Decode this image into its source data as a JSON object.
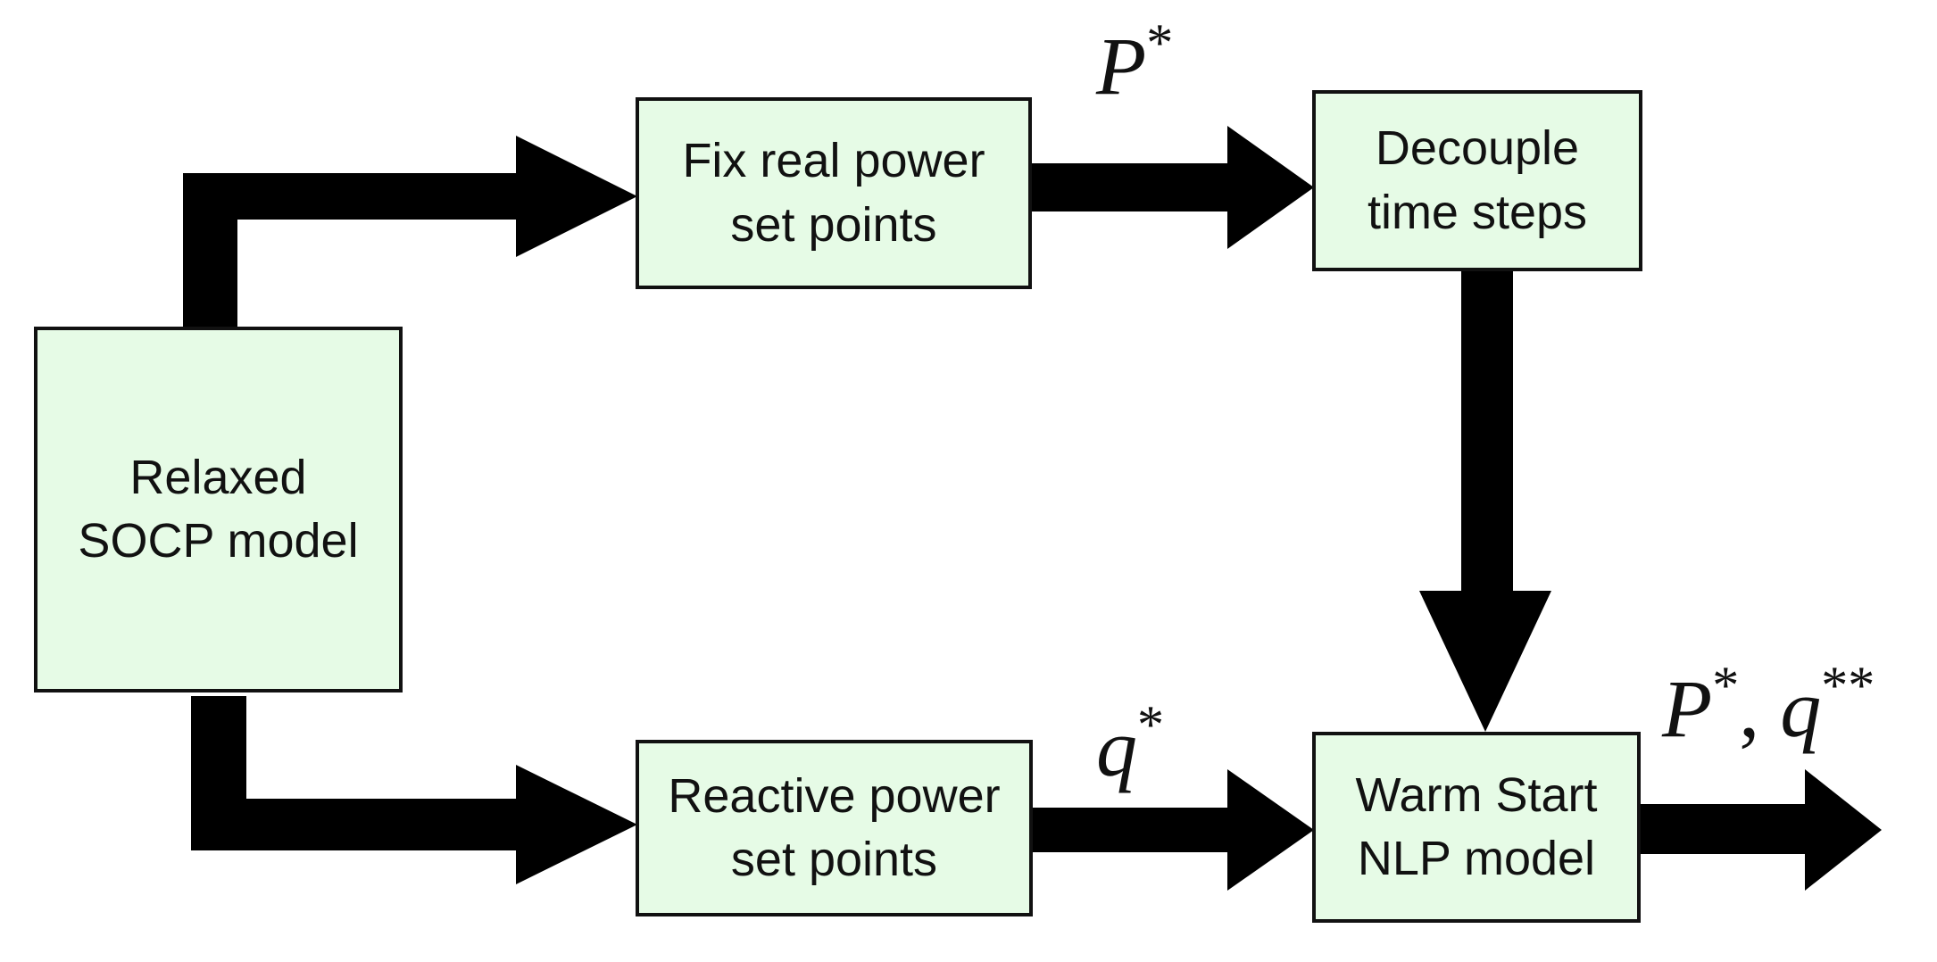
{
  "diagram": {
    "colors": {
      "box_fill": "#e6fbe6",
      "stroke": "#111111"
    },
    "boxes": {
      "relaxed_socp": {
        "label": "Relaxed\nSOCP model"
      },
      "fix_real_power": {
        "label": "Fix real power\nset points"
      },
      "decouple_time": {
        "label": "Decouple\ntime steps"
      },
      "reactive_power": {
        "label": "Reactive power\nset points"
      },
      "warm_start_nlp": {
        "label": "Warm Start\nNLP model"
      }
    },
    "edge_labels": {
      "p_star": {
        "symbol": "P",
        "superscript": "*"
      },
      "q_star": {
        "symbol": "q",
        "superscript": "*"
      },
      "output": {
        "symbol_1": "P",
        "superscript_1": "*",
        "separator": ", ",
        "symbol_2": "q",
        "superscript_2": "**"
      }
    }
  }
}
